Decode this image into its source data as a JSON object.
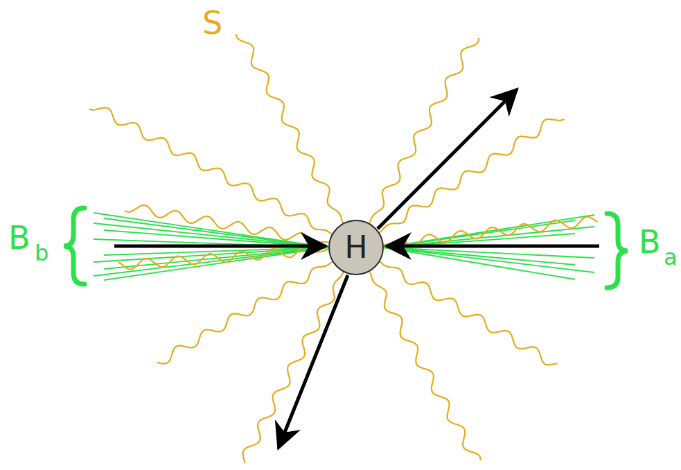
{
  "diagram": {
    "nodes": [
      {
        "text": [
          "H"
        ]
      }
    ],
    "labels": [
      "S",
      "B",
      "b",
      "B",
      "a"
    ]
  }
}
